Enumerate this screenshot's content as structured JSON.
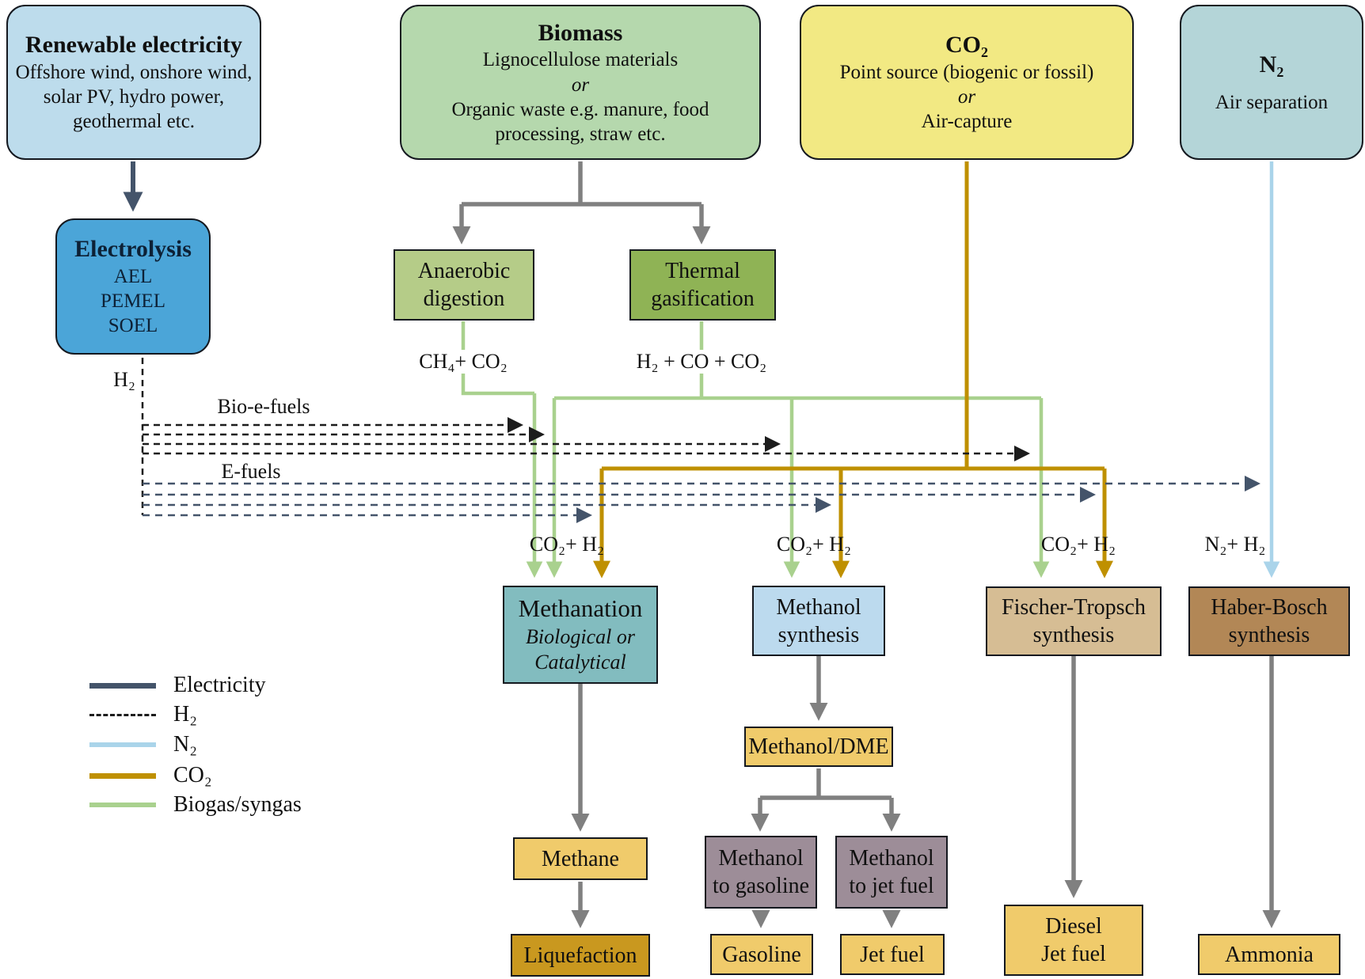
{
  "figure": {
    "type": "process-flow-diagram",
    "topic": "Renewable e-fuel and bio-e-fuel production pathways"
  },
  "nodes": {
    "renewable": {
      "title": "Renewable electricity",
      "body": "Offshore wind, onshore wind,\nsolar PV, hydro power,\ngeothermal etc."
    },
    "electrolysis": {
      "title": "Electrolysis",
      "l1": "AEL",
      "l2": "PEMEL",
      "l3": "SOEL"
    },
    "biomass": {
      "title": "Biomass",
      "l1": "Lignocellulose materials",
      "or": "or",
      "l2": "Organic waste e.g. manure, food\nprocessing, straw etc."
    },
    "co2": {
      "title": "CO₂",
      "l1": "Point source (biogenic or fossil)",
      "or": "or",
      "l2": "Air-capture"
    },
    "n2": {
      "title": "N₂",
      "l1": "Air separation"
    },
    "anaerobic": {
      "title": "Anaerobic\ndigestion"
    },
    "gasification": {
      "title": "Thermal\ngasification"
    },
    "methanation": {
      "title": "Methanation",
      "subtitle": "Biological or\nCatalytical"
    },
    "methanol_synthesis": {
      "title": "Methanol\nsynthesis"
    },
    "fischer_tropsch": {
      "title": "Fischer-Tropsch\nsynthesis"
    },
    "haber_bosch": {
      "title": "Haber-Bosch\nsynthesis"
    },
    "methanol_dme": {
      "title": "Methanol/DME"
    },
    "methane": {
      "title": "Methane"
    },
    "liquefaction": {
      "title": "Liquefaction"
    },
    "methanol_to_gasoline": {
      "title": "Methanol\nto gasoline"
    },
    "methanol_to_jet_fuel": {
      "title": "Methanol\nto jet fuel"
    },
    "gasoline": {
      "title": "Gasoline"
    },
    "jet_fuel": {
      "title": "Jet fuel"
    },
    "diesel_jet_fuel": {
      "title": "Diesel\nJet fuel"
    },
    "ammonia": {
      "title": "Ammonia"
    }
  },
  "flow_labels": {
    "h2": "H₂",
    "biogas_ad": "CH₄+ CO₂",
    "syngas": "H₂ + CO + CO₂",
    "co2_h2_methanation": "CO₂+ H₂",
    "co2_h2_methanol": "CO₂+ H₂",
    "co2_h2_ft": "CO₂+ H₂",
    "n2_h2": "N₂+ H₂",
    "bio_e_fuels": "Bio-e-fuels",
    "e_fuels": "E-fuels"
  },
  "legend": {
    "items": [
      {
        "label": "Electricity",
        "style": "solid",
        "color": "#44546a"
      },
      {
        "label": "H₂",
        "style": "dashed",
        "color": "#1c1c1c"
      },
      {
        "label": "N₂",
        "style": "solid",
        "color": "#aad4ea"
      },
      {
        "label": "CO₂",
        "style": "solid",
        "color": "#bf9000"
      },
      {
        "label": "Biogas/syngas",
        "style": "solid",
        "color": "#a9d18e"
      }
    ]
  },
  "colors": {
    "electricity_line": "#44546a",
    "h2_line": "#1c1c1c",
    "n2_line": "#aad4ea",
    "co2_line": "#bf9000",
    "biogas_line": "#a9d18e",
    "generic_arrow": "#808080",
    "renewable_box": "#bddcec",
    "electrolysis_box": "#4ba5d8",
    "biomass_box": "#b5d8ad",
    "co2_box": "#f2e983",
    "n2_box": "#b4d5d8",
    "anaerobic_box": "#b5cc88",
    "gasification_box": "#8fb355",
    "methanation_box": "#82bcbf",
    "methanol_box": "#bcdaee",
    "fischer_tropsch_box": "#d6bd94",
    "haber_bosch_box": "#b28756",
    "product_box": "#f0cb6b",
    "liquefaction_box": "#c9981f",
    "mtg_box": "#9d8d98"
  }
}
